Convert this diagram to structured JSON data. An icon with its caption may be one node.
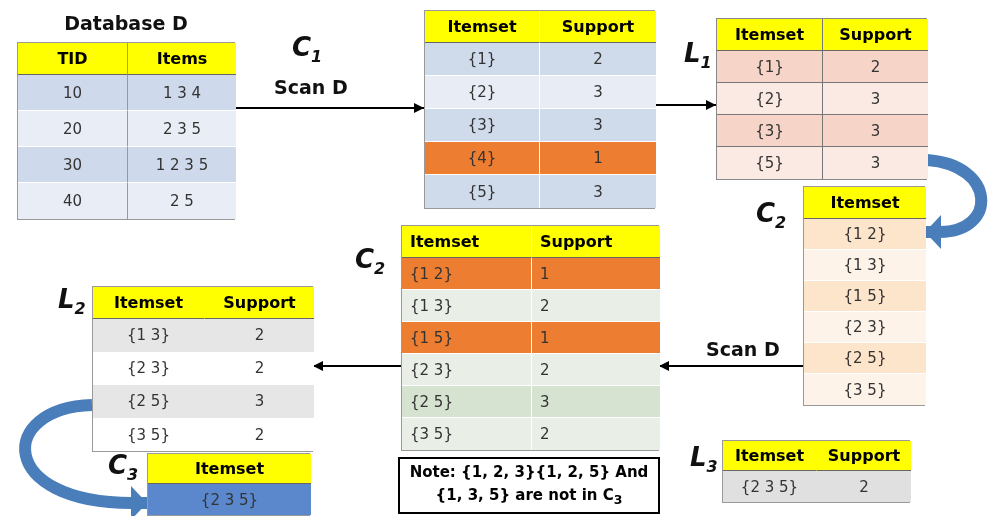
{
  "diagram": {
    "nodes": [
      {
        "text": [
          "Database D",
          "TID",
          "Items",
          "10",
          "1 3 4",
          "20",
          "2 3 5",
          "30",
          "1 2 3 5",
          "40",
          "2 5"
        ]
      },
      {
        "text": [
          "Itemset",
          "Support",
          "{1}",
          "2",
          "{2}",
          "3",
          "{3}",
          "3",
          "{4}",
          "1",
          "{5}",
          "3"
        ]
      },
      {
        "text": [
          "Itemset",
          "Support",
          "{1}",
          "2",
          "{2}",
          "3",
          "{3}",
          "3",
          "{5}",
          "3"
        ]
      },
      {
        "text": [
          "Itemset",
          "{1 2}",
          "{1 3}",
          "{1 5}",
          "{2 3}",
          "{2 5}",
          "{3 5}"
        ]
      },
      {
        "text": [
          "Itemset",
          "Support",
          "{1 2}",
          "1",
          "{1 3}",
          "2",
          "{1 5}",
          "1",
          "{2 3}",
          "2",
          "{2 5}",
          "3",
          "{3 5}",
          "2"
        ]
      },
      {
        "text": [
          "Itemset",
          "Support",
          "{1 3}",
          "2",
          "{2 3}",
          "2",
          "{2 5}",
          "3",
          "{3 5}",
          "2"
        ]
      },
      {
        "text": [
          "Itemset",
          "{2 3 5}"
        ]
      },
      {
        "text": [
          "Itemset",
          "Support",
          "{2 3 5}",
          "2"
        ]
      },
      {
        "text": [
          "Note: {1, 2, 3}{1, 2, 5} And {1, 3, 5} are not in C$_{3}$"
        ]
      }
    ],
    "edges": [
      {
        "from": 0,
        "to": 1,
        "arrow": "to",
        "label": "Scan D"
      },
      {
        "from": 1,
        "to": 2,
        "arrow": "to"
      },
      {
        "from": 2,
        "to": 3,
        "arrow": "to",
        "style": "thick",
        "color": "#4a7ebb"
      },
      {
        "from": 3,
        "to": 4,
        "arrow": "to",
        "label": "Scan D"
      },
      {
        "from": 4,
        "to": 5,
        "arrow": "to"
      },
      {
        "from": 5,
        "to": 6,
        "arrow": "to",
        "style": "thick",
        "color": "#4a7ebb"
      }
    ],
    "labels": [
      "C$_{1}$",
      "L$_{1}$",
      "C$_{2}$",
      "C$_{2}$",
      "L$_{2}$",
      "L$_{3}$",
      "C$_{3}$"
    ]
  }
}
